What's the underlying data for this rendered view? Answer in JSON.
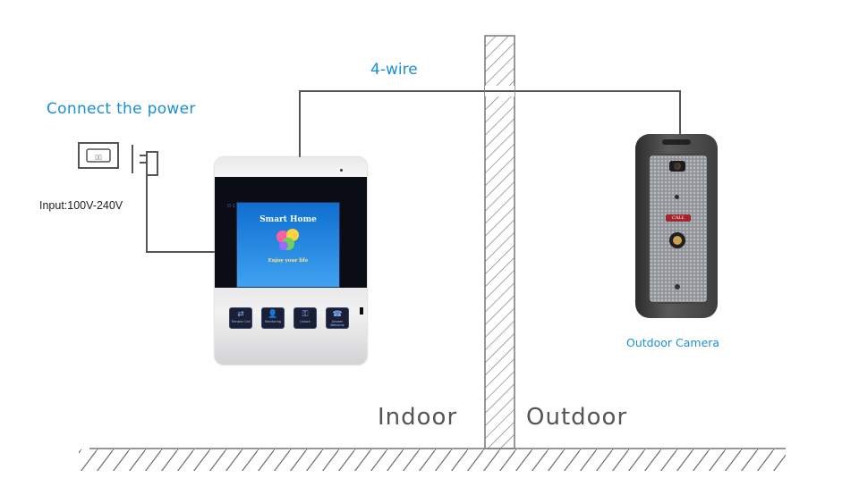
{
  "labels": {
    "connect_power": "Connect the power",
    "wire": "4-wire",
    "input": "Input:100V-240V",
    "outdoor_camera": "Outdoor Camera",
    "indoor": "Indoor",
    "outdoor": "Outdoor"
  },
  "monitor": {
    "screen_title": "Smart Home",
    "screen_subtitle": "Enjoy your life",
    "leds": "O 1 2",
    "buttons": [
      {
        "label": "Transfer Call",
        "icon": "transfer-icon"
      },
      {
        "label": "Monitoring",
        "icon": "person-icon"
      },
      {
        "label": "Unlock",
        "icon": "key-icon"
      },
      {
        "label": "Answer Welcome",
        "icon": "phone-icon"
      }
    ]
  },
  "camera": {
    "call_label": "CALL"
  },
  "colors": {
    "accent": "#1a8fd6",
    "wire": "#555555",
    "text_gray": "#555555"
  }
}
